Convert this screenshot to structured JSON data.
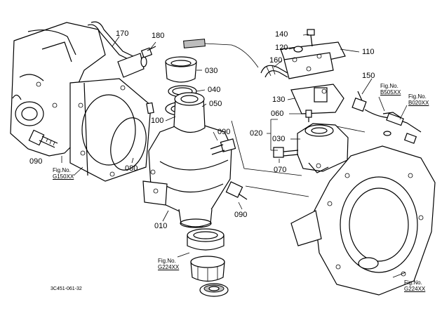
{
  "parts": [
    {
      "id": "p170",
      "number": "170"
    },
    {
      "id": "p180",
      "number": "180"
    },
    {
      "id": "p030a",
      "number": "030"
    },
    {
      "id": "p040",
      "number": "040"
    },
    {
      "id": "p050",
      "number": "050"
    },
    {
      "id": "p100",
      "number": "100"
    },
    {
      "id": "p090a",
      "number": "090"
    },
    {
      "id": "p090b",
      "number": "090"
    },
    {
      "id": "p090c",
      "number": "090"
    },
    {
      "id": "p080",
      "number": "080"
    },
    {
      "id": "p010",
      "number": "010"
    },
    {
      "id": "p140",
      "number": "140"
    },
    {
      "id": "p120",
      "number": "120"
    },
    {
      "id": "p110",
      "number": "110"
    },
    {
      "id": "p160",
      "number": "160"
    },
    {
      "id": "p150",
      "number": "150"
    },
    {
      "id": "p130",
      "number": "130"
    },
    {
      "id": "p060",
      "number": "060"
    },
    {
      "id": "p020",
      "number": "020"
    },
    {
      "id": "p030b",
      "number": "030"
    },
    {
      "id": "p070",
      "number": "070"
    }
  ],
  "figure_refs": [
    {
      "id": "g150",
      "prefix": "Fig.No.",
      "ref": "G150XX"
    },
    {
      "id": "b505",
      "prefix": "Fig.No.",
      "ref": "B505XX"
    },
    {
      "id": "b020",
      "prefix": "Fig.No.",
      "ref": "B020XX"
    },
    {
      "id": "g224a",
      "prefix": "Fig.No.",
      "ref": "G224XX"
    },
    {
      "id": "g224b",
      "prefix": "Fig.No.",
      "ref": "G224XX"
    }
  ],
  "diagram_code": "3C451-061-32"
}
